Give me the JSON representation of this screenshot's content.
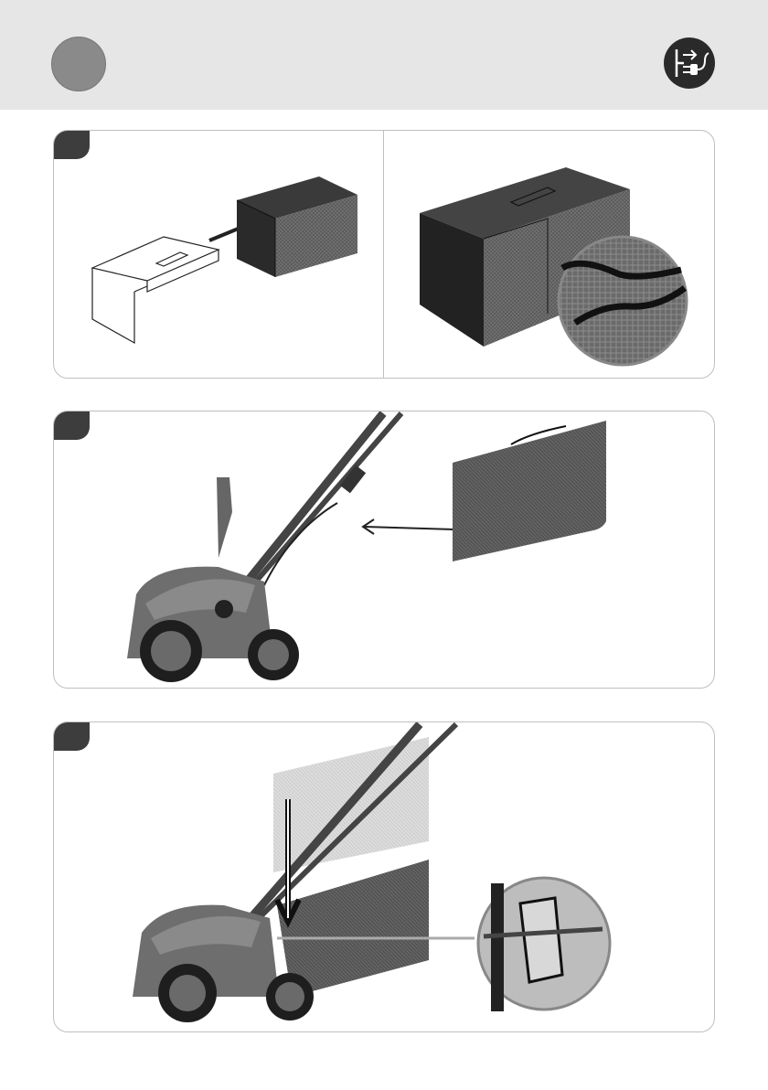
{
  "header": {
    "background": "#e6e6e6",
    "step_marker_color": "#8a8a8a",
    "icon": "unplug-icon"
  },
  "panels": [
    {
      "name": "insert-frame-into-grass-bag",
      "icons": [
        "frame-outline-icon",
        "arrow-icon",
        "grass-bag-icon",
        "zoom-detail-icon"
      ]
    },
    {
      "name": "attach-grass-bag-to-machine",
      "icons": [
        "scarifier-icon",
        "grass-bag-icon",
        "arrow-left-icon"
      ]
    },
    {
      "name": "hook-grass-bag-onto-bracket",
      "icons": [
        "scarifier-icon",
        "grass-bag-icon",
        "arrow-down-icon",
        "hook-detail-icon"
      ]
    }
  ],
  "colors": {
    "tab": "#3d3d3d",
    "panel_border": "#bfbfbf",
    "fabric": "#5a5a5a",
    "body": "#6e6e6e"
  }
}
